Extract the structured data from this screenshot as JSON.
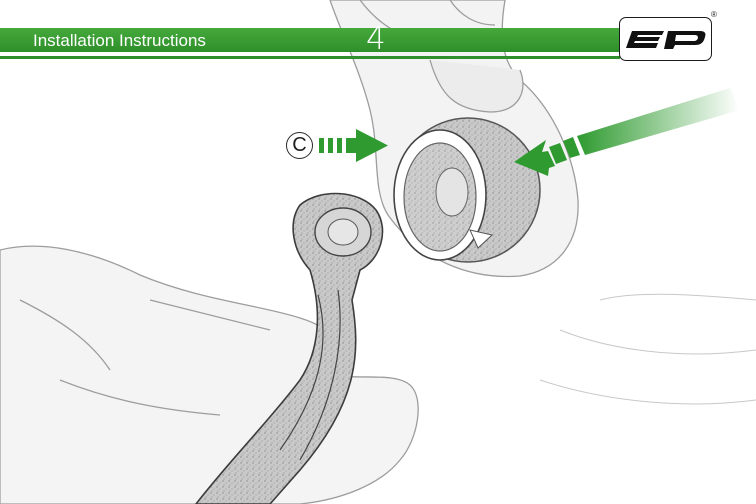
{
  "header": {
    "title": "Installation Instructions",
    "step": "4"
  },
  "logo": {
    "registered_mark": "®"
  },
  "callout": {
    "label": "C"
  },
  "colors": {
    "brand_green": "#3a9e35",
    "arrow_green": "#2e9a2f"
  }
}
